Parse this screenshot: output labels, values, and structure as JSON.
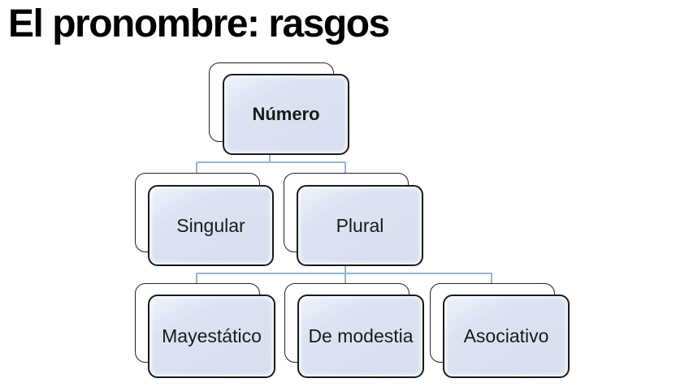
{
  "slide": {
    "title": "El pronombre: rasgos",
    "background": "#ffffff"
  },
  "colors": {
    "title_text": "#000000",
    "node_fill": "#dae2f2",
    "node_border": "#1a1a1a",
    "shadow_box_fill": "#ffffff",
    "shadow_box_border": "#222222",
    "connector": "#95b3d7",
    "node_text": "#1a1a1a"
  },
  "diagram": {
    "type": "hierarchy",
    "root": "numero",
    "nodes": {
      "numero": {
        "label": "Número",
        "level": 1,
        "parent": null,
        "children": [
          "singular",
          "plural"
        ]
      },
      "singular": {
        "label": "Singular",
        "level": 2,
        "parent": "numero",
        "children": []
      },
      "plural": {
        "label": "Plural",
        "level": 2,
        "parent": "numero",
        "children": [
          "mayestatico",
          "de_modestia",
          "asociativo"
        ]
      },
      "mayestatico": {
        "label": "Mayestático",
        "level": 3,
        "parent": "plural",
        "children": []
      },
      "de_modestia": {
        "label": "De modestia",
        "level": 3,
        "parent": "plural",
        "children": []
      },
      "asociativo": {
        "label": "Asociativo",
        "level": 3,
        "parent": "plural",
        "children": []
      }
    }
  }
}
